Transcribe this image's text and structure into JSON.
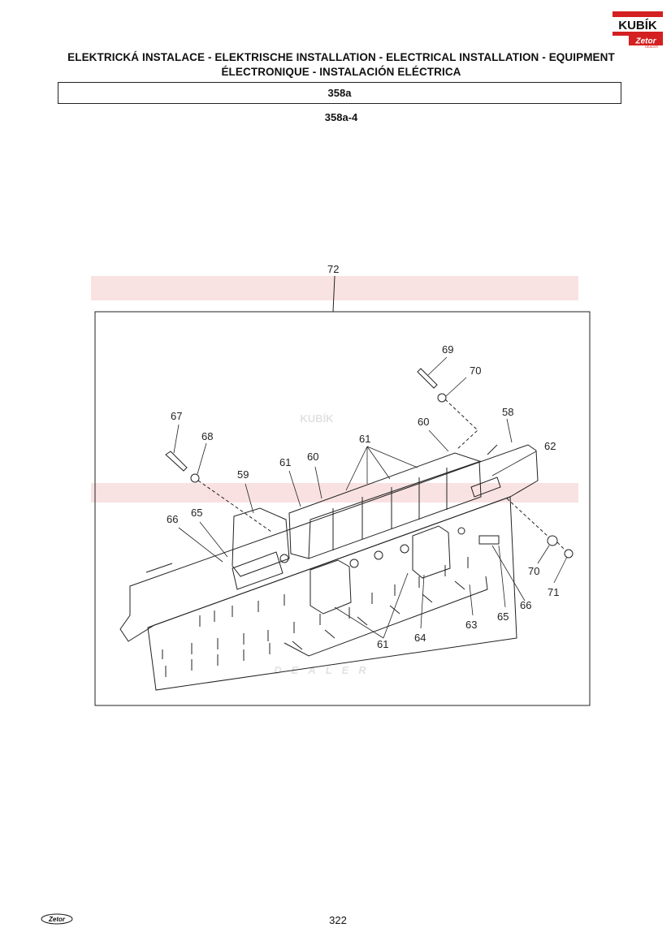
{
  "header": {
    "logo_brand": "KUBÍK",
    "logo_sub": "Zetor",
    "logo_tag": "DEALER",
    "title_line1": "ELEKTRICKÁ INSTALACE - ELEKTRISCHE INSTALLATION - ELECTRICAL INSTALLATION - EQUIPMENT",
    "title_line2": "ÉLECTRONIQUE - INSTALACIÓN ELÉCTRICA",
    "section_code": "358a",
    "figure_code": "358a-4"
  },
  "watermark": {
    "brand": "KUBÍK",
    "tag": "DEALER"
  },
  "callouts": {
    "c72": "72",
    "c69": "69",
    "c70a": "70",
    "c67": "67",
    "c68": "68",
    "c60a": "60",
    "c58": "58",
    "c61a": "61",
    "c62": "62",
    "c61b": "61",
    "c60b": "60",
    "c59": "59",
    "c66a": "66",
    "c65a": "65",
    "c70b": "70",
    "c71": "71",
    "c65b": "65",
    "c66b": "66",
    "c63": "63",
    "c64": "64",
    "c61c": "61"
  },
  "footer": {
    "page_number": "322",
    "logo": "Zetor"
  }
}
